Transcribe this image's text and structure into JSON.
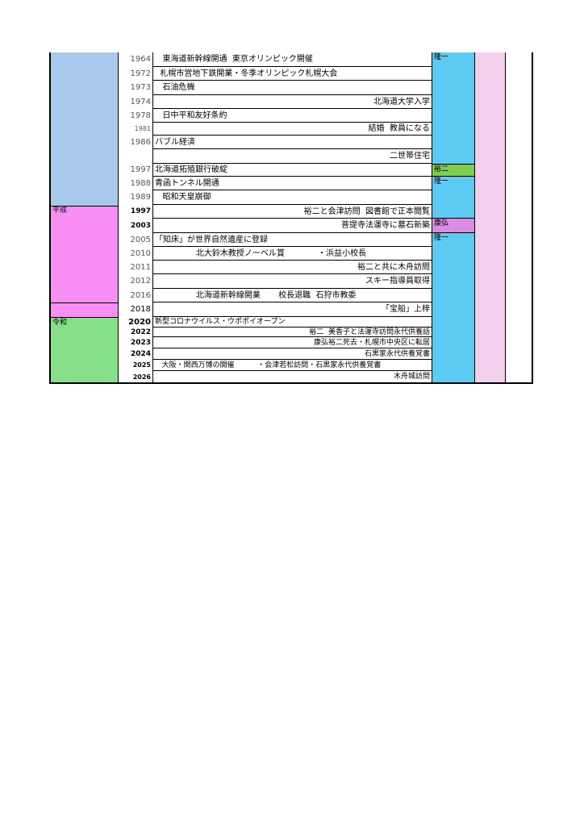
{
  "colors": {
    "era_showa": "#a9c9ec",
    "era_heisei": "#f98ff4",
    "era_reiwa": "#86e089",
    "person_blue": "#5ecbf4",
    "person_green": "#7fcd4f",
    "person_pink": "#d98de5",
    "pink_column": "#f3d0ee",
    "border": "#000000"
  },
  "eras": {
    "heisei": "平成",
    "reiwa": "令和"
  },
  "people": {
    "ryuichi_a": "隆一",
    "yuji": "裕二",
    "ryuichi_b": "隆一",
    "yasuhiro": "康弘",
    "ryuichi_c": "隆一"
  },
  "rows": [
    {
      "year": "1964",
      "event": "   東海道新幹線開通  東京オリンピック開催",
      "align": "left"
    },
    {
      "year": "1972",
      "event": "  札幌市営地下鉄開業・冬季オリンピック札幌大会",
      "align": "left"
    },
    {
      "year": "1973",
      "event": "   石油危機",
      "align": "left"
    },
    {
      "year": "1974",
      "event": "北海道大学入学",
      "align": "right"
    },
    {
      "year": "1978",
      "event": "   日中平和友好条約",
      "align": "left"
    },
    {
      "year": "1981",
      "event": "結婚  教員になる",
      "align": "right"
    },
    {
      "year": "1986",
      "event": "バブル経済",
      "align": "left"
    },
    {
      "year": "",
      "event": "二世帯住宅",
      "align": "right"
    },
    {
      "year": "1997",
      "event": "北海道拓殖銀行破綻",
      "align": "left"
    },
    {
      "year": "1988",
      "event": "青函トンネル開通",
      "align": "left"
    },
    {
      "year": "1989",
      "event": "   昭和天皇崩御",
      "align": "left"
    },
    {
      "year": "1997",
      "event": "裕二と会津訪問  図書館で正本閲覧",
      "align": "right"
    },
    {
      "year": "2003",
      "event": "菩提寺法運寺に墓石新築",
      "align": "right"
    },
    {
      "year": "2005",
      "event": "「知床」が世界自然遺産に登録",
      "align": "left"
    },
    {
      "year": "2010",
      "event": "                北大鈴木教授ノーベル賞             ・浜益小校長",
      "align": "left"
    },
    {
      "year": "2011",
      "event": "裕二と共に木舟訪問",
      "align": "right"
    },
    {
      "year": "2012",
      "event": "スキー指導員取得",
      "align": "right"
    },
    {
      "year": "2016",
      "event": "                北海道新幹線開業       校長退職  石狩市教委",
      "align": "left"
    },
    {
      "year": "2018",
      "event": "「宝船」上梓",
      "align": "right"
    },
    {
      "year": "2020",
      "event": "新型コロナウイルス・ウポポイオープン",
      "align": "left"
    },
    {
      "year": "2022",
      "event": "裕二  美香子と法運寺訪問永代供養話",
      "align": "right"
    },
    {
      "year": "2023",
      "event": "康弘裕二死去・札幌市中央区に転居",
      "align": "right"
    },
    {
      "year": "2024",
      "event": "石黒家永代供養覚書",
      "align": "right"
    },
    {
      "year": "2025",
      "event": "   大阪・関西万博の開催          ・会津若松訪問・石黒家永代供養覚書",
      "align": "left"
    },
    {
      "year": "2026",
      "event": "木舟城訪問",
      "align": "right"
    }
  ]
}
